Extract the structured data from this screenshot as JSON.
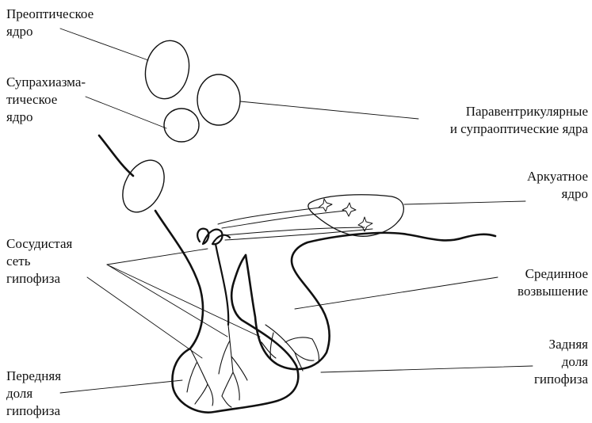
{
  "labels": {
    "preoptic": [
      "Преоптическое",
      "ядро"
    ],
    "suprachiasmatic": [
      "Супрахиазма-",
      "тическое",
      "ядро"
    ],
    "paraventricular": [
      "Паравентрикулярные",
      "и супраоптические ядра"
    ],
    "arcuate": [
      "Аркуатное",
      "ядро"
    ],
    "vascular_network": [
      "Сосудистая",
      "сеть",
      "гипофиза"
    ],
    "median_eminence": [
      "Срединное",
      "возвышение"
    ],
    "posterior_lobe": [
      "Задняя",
      "доля",
      "гипофиза"
    ],
    "anterior_lobe": [
      "Передняя",
      "доля",
      "гипофиза"
    ]
  },
  "colors": {
    "ink": "#111111",
    "background": "#ffffff"
  }
}
